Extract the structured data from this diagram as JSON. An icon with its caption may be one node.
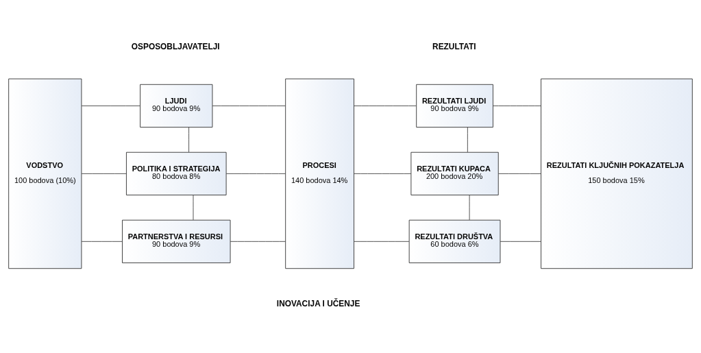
{
  "diagram": {
    "nodes": [
      {
        "text": [
          "VODSTVO",
          "100 bodova (10%)"
        ]
      },
      {
        "text": [
          "LJUDI",
          "90 bodova 9%"
        ]
      },
      {
        "text": [
          "POLITIKA I STRATEGIJA",
          "80 bodova 8%"
        ]
      },
      {
        "text": [
          "PARTNERSTVA I RESURSI",
          "90 bodova 9%"
        ]
      },
      {
        "text": [
          "PROCESI",
          "140 bodova 14%"
        ]
      },
      {
        "text": [
          "REZULTATI LJUDI",
          "90 bodova 9%"
        ]
      },
      {
        "text": [
          "REZULTATI KUPACA",
          "200 bodova 20%"
        ]
      },
      {
        "text": [
          "REZULTATI DRUŠTVA",
          "60 bodova 6%"
        ]
      },
      {
        "text": [
          "REZULTATI KLJUČNIH POKAZATELJA",
          "150 bodova 15%"
        ]
      }
    ],
    "edges": [
      {
        "from": 0,
        "to": 1,
        "arrow": "none"
      },
      {
        "from": 0,
        "to": 2,
        "arrow": "none"
      },
      {
        "from": 0,
        "to": 3,
        "arrow": "none"
      },
      {
        "from": 1,
        "to": 2,
        "arrow": "none"
      },
      {
        "from": 2,
        "to": 3,
        "arrow": "none"
      },
      {
        "from": 1,
        "to": 4,
        "arrow": "none"
      },
      {
        "from": 2,
        "to": 4,
        "arrow": "none"
      },
      {
        "from": 3,
        "to": 4,
        "arrow": "none"
      },
      {
        "from": 4,
        "to": 5,
        "arrow": "none"
      },
      {
        "from": 4,
        "to": 6,
        "arrow": "none"
      },
      {
        "from": 4,
        "to": 7,
        "arrow": "none"
      },
      {
        "from": 5,
        "to": 6,
        "arrow": "none"
      },
      {
        "from": 6,
        "to": 7,
        "arrow": "none"
      },
      {
        "from": 5,
        "to": 8,
        "arrow": "none"
      },
      {
        "from": 6,
        "to": 8,
        "arrow": "none"
      },
      {
        "from": 7,
        "to": 8,
        "arrow": "none"
      }
    ],
    "labels": [
      "OSPOSOBLJAVATELJI",
      "REZULTATI",
      "INOVACIJA I UČENJE"
    ]
  }
}
